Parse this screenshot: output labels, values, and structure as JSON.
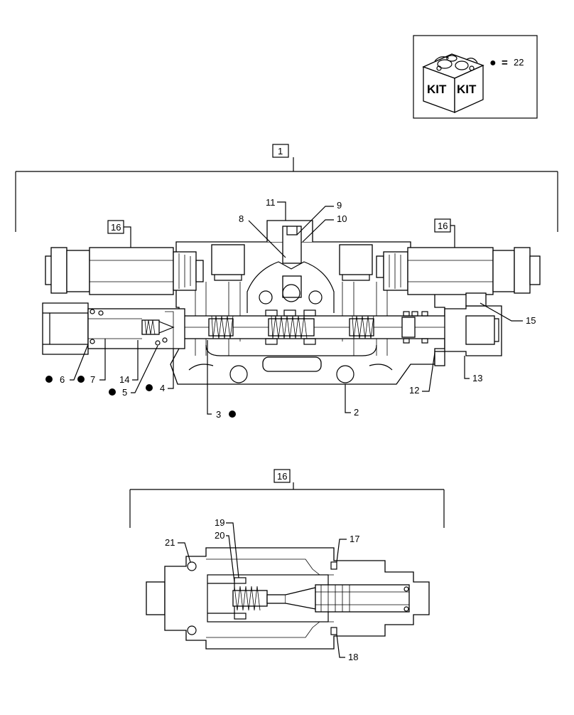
{
  "kit_box": {
    "icon": "kit-box-icon",
    "kit_label_left": "KIT",
    "kit_label_right": "KIT",
    "legend_symbol": "●",
    "legend_equals": "=",
    "legend_ref": "22"
  },
  "callouts": {
    "c1": "1",
    "c2": "2",
    "c3": "3",
    "c4": "4",
    "c5": "5",
    "c6": "6",
    "c7": "7",
    "c8": "8",
    "c9": "9",
    "c10": "10",
    "c11": "11",
    "c12": "12",
    "c13": "13",
    "c14": "14",
    "c15": "15",
    "c16a": "16",
    "c16b": "16",
    "c16c": "16",
    "c17": "17",
    "c18": "18",
    "c19": "19",
    "c20": "20",
    "c21": "21"
  }
}
